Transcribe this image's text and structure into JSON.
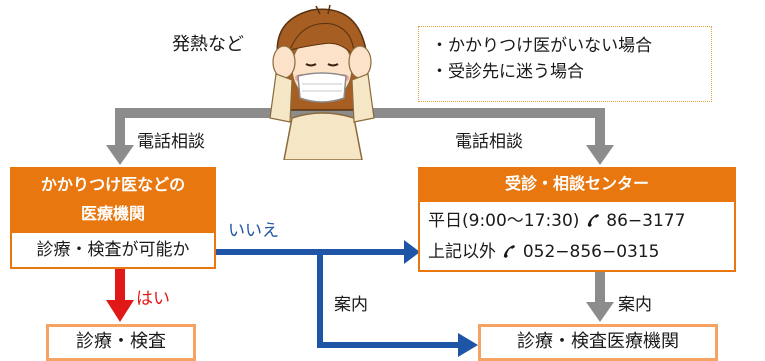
{
  "top_label": "発熱など",
  "note": {
    "line1": "・かかりつけ医がいない場合",
    "line2": "・受診先に迷う場合"
  },
  "left_call_label": "電話相談",
  "right_call_label": "電話相談",
  "clinic_box": {
    "title_line1": "かかりつけ医などの",
    "title_line2": "医療機関",
    "question": "診療・検査が可能か"
  },
  "center_box": {
    "title": "受診・相談センター",
    "weekday": "平日(9:00～17:30)",
    "weekday_phone": "86−3177",
    "other": "上記以外",
    "other_phone": "052−856−0315"
  },
  "no_label": "いいえ",
  "yes_label": "はい",
  "guide_label_left": "案内",
  "guide_label_right": "案内",
  "result_left": "診療・検査",
  "result_right": "診療・検査医療機関",
  "icons": {
    "person": "sick-person-with-mask-icon",
    "phone": "phone-handset-icon"
  },
  "colors": {
    "orange": "#e8770f",
    "gray_arrow": "#8c8c8c",
    "blue_arrow": "#1f55a6",
    "red_arrow": "#e01818",
    "blue_text": "#1f55a6",
    "red_text": "#e01818"
  }
}
